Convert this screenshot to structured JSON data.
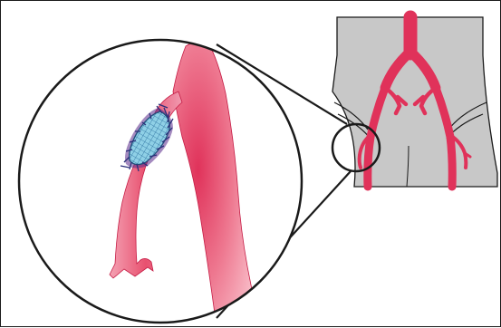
{
  "colors": {
    "artery": "#e0325a",
    "artery_light": "#f6aab8",
    "artery_outline": "#c51c45",
    "torso": "#c8c8c8",
    "outline": "#1a1a1a",
    "patch_fill": "#8fd0e6",
    "patch_mesh": "#2a6f9e",
    "suture": "#2c2f7a"
  },
  "figure": {
    "subject": "femoral-artery-patch-angioplasty",
    "elements": [
      "torso-silhouette",
      "aortoiliac-tree",
      "detail-circle",
      "magnified-femoral-artery",
      "mesh-patch",
      "suture-stitches"
    ]
  }
}
